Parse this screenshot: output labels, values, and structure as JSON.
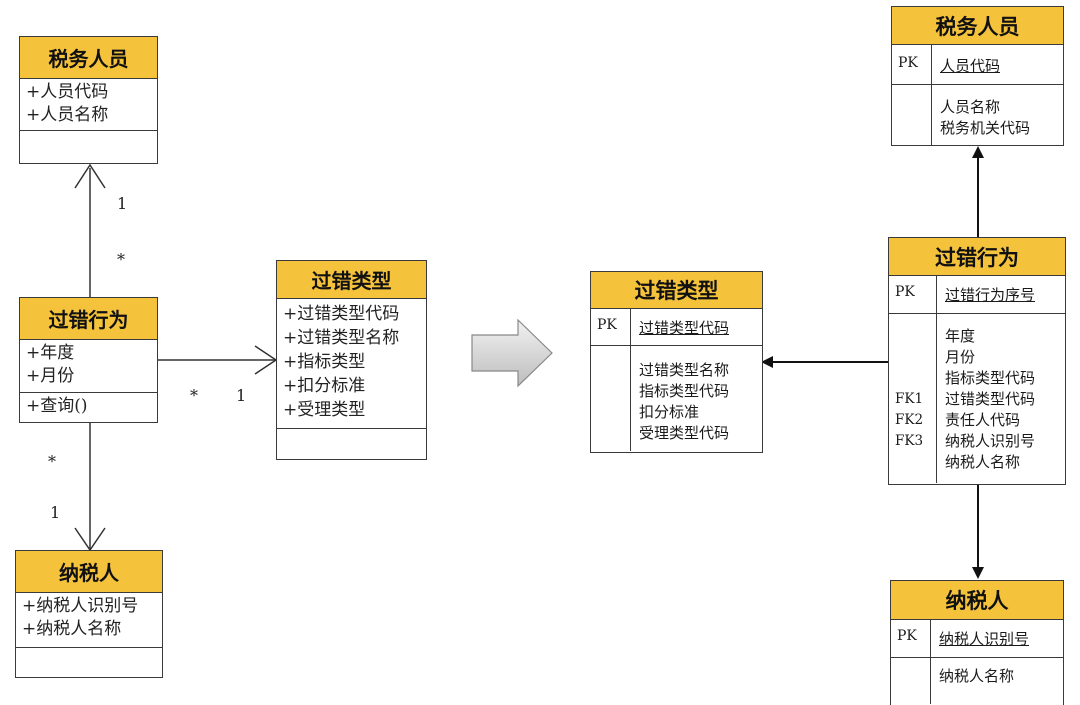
{
  "uml": {
    "staff": {
      "title": "税务人员",
      "attrs": [
        "+人员代码",
        "+人员名称"
      ]
    },
    "behavior": {
      "title": "过错行为",
      "attrs": [
        "+年度",
        "+月份"
      ],
      "ops": [
        "+查询()"
      ]
    },
    "taxpayer": {
      "title": "纳税人",
      "attrs": [
        "+纳税人识别号",
        "+纳税人名称"
      ]
    },
    "errtype": {
      "title": "过错类型",
      "attrs": [
        "+过错类型代码",
        "+过错类型名称",
        "+指标类型",
        "+扣分标准",
        "+受理类型"
      ]
    },
    "mult": {
      "staff_top": "1",
      "staff_bottom": "*",
      "tax_top": "*",
      "tax_bottom": "1",
      "err_left": "*",
      "err_right": "1"
    }
  },
  "db": {
    "errtype": {
      "title": "过错类型",
      "pk_label": "PK",
      "pk": "过错类型代码",
      "fields": [
        "过错类型名称",
        "指标类型代码",
        "扣分标准",
        "受理类型代码"
      ]
    },
    "staff": {
      "title": "税务人员",
      "pk_label": "PK",
      "pk": "人员代码",
      "fields": [
        "人员名称",
        "税务机关代码"
      ]
    },
    "behavior": {
      "title": "过错行为",
      "pk_label": "PK",
      "pk": "过错行为序号",
      "fields": [
        "年度",
        "月份",
        "指标类型代码",
        "过错类型代码",
        "责任人代码",
        "纳税人识别号",
        "纳税人名称"
      ],
      "fk_labels": [
        "",
        "",
        "",
        "FK1",
        "FK2",
        "FK3",
        ""
      ]
    },
    "taxpayer": {
      "title": "纳税人",
      "pk_label": "PK",
      "pk": "纳税人识别号",
      "fields": [
        "纳税人名称"
      ]
    }
  },
  "colors": {
    "header": "#f5c23c",
    "arrow": "#cfcfcf"
  }
}
